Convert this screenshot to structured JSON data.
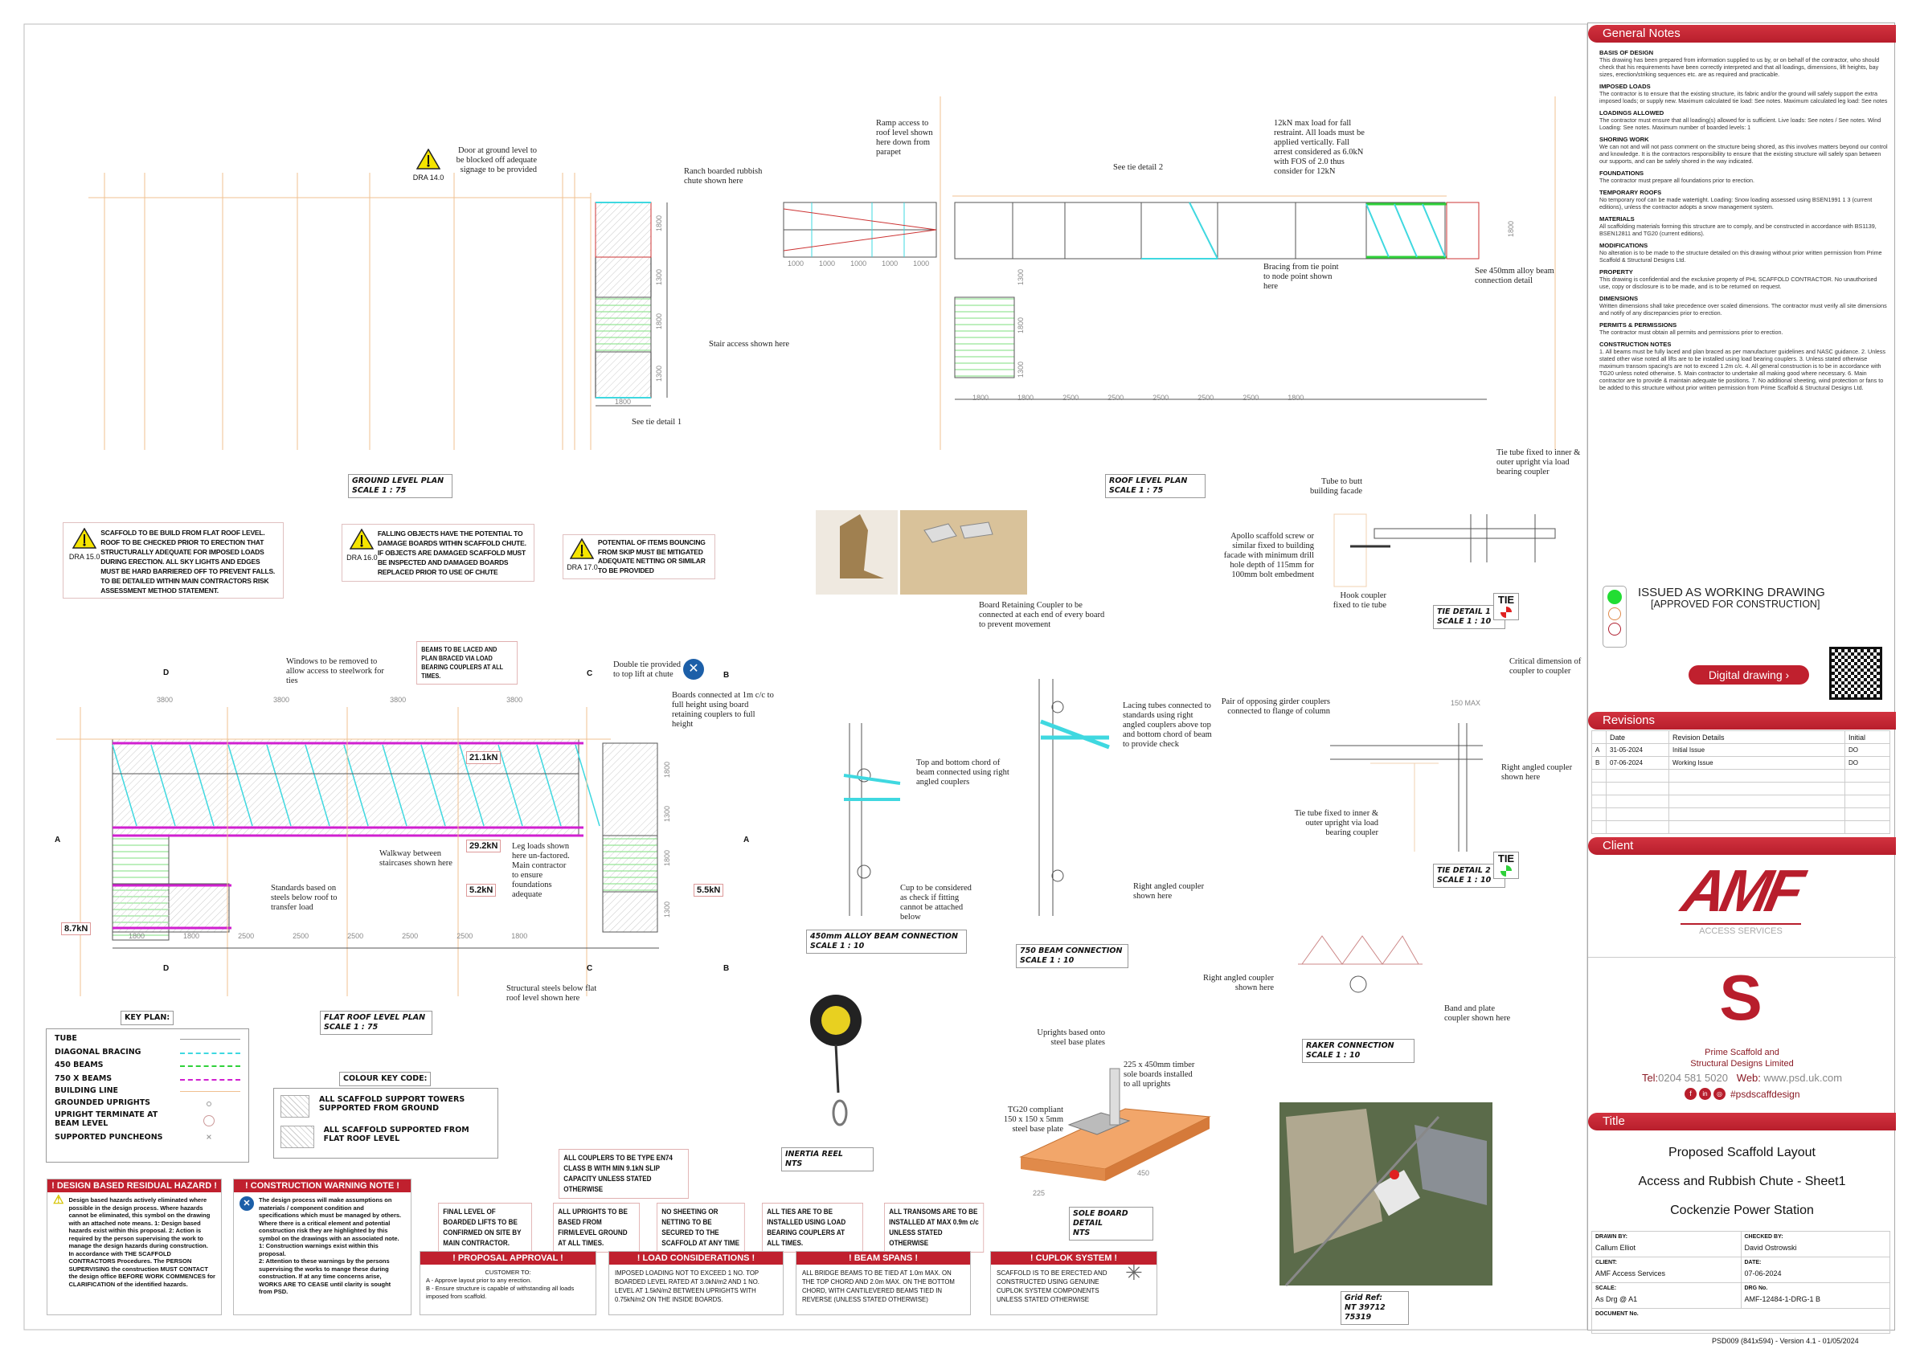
{
  "ground_plan": {
    "label": "GROUND LEVEL PLAN",
    "scale": "SCALE  1 : 75",
    "notes": {
      "door": "Door at ground level to be blocked off adequate signage to be provided",
      "chute": "Ranch boarded rubbish chute shown here",
      "stair": "Stair access shown here",
      "tie": "See tie detail 1"
    },
    "dra": "DRA 14.0",
    "dims_v": [
      "1800",
      "1300",
      "1800",
      "1300"
    ],
    "dim_h": "1800",
    "ramp_dims": [
      "1000",
      "1000",
      "1000",
      "1000",
      "1000"
    ]
  },
  "roof_plan": {
    "label": "ROOF LEVEL PLAN",
    "scale": "SCALE  1 : 75",
    "notes": {
      "ramp": "Ramp access to roof level shown here down from parapet",
      "tie2": "See tie detail 2",
      "load": "12kN max load for fall restraint. All loads must be applied vertically. Fall arrest considered as 6.0kN with FOS of 2.0 thus consider for 12kN",
      "bracing": "Bracing from tie point to node point shown here",
      "beam": "See 450mm alloy beam connection detail"
    },
    "dims_h": [
      "1800",
      "1800",
      "2500",
      "2500",
      "2500",
      "2500",
      "2500",
      "1800"
    ],
    "dims_v": [
      "1300",
      "1800",
      "1300"
    ],
    "dim_right": "1800"
  },
  "dra_notes": [
    {
      "code": "DRA 15.0",
      "text": "SCAFFOLD TO BE BUILD FROM FLAT ROOF LEVEL. ROOF TO BE CHECKED PRIOR TO ERECTION THAT STRUCTURALLY ADEQUATE FOR IMPOSED LOADS DURING ERECTION. ALL SKY LIGHTS AND EDGES MUST BE HARD BARRIERED OFF TO PREVENT FALLS. TO BE DETAILED WITHIN MAIN CONTRACTORS RISK ASSESSMENT METHOD STATEMENT."
    },
    {
      "code": "DRA 16.0",
      "text": "FALLING OBJECTS HAVE THE POTENTIAL TO DAMAGE BOARDS WITHIN SCAFFOLD CHUTE. IF OBJECTS ARE DAMAGED SCAFFOLD MUST BE INSPECTED AND DAMAGED BOARDS REPLACED PRIOR TO USE OF CHUTE"
    },
    {
      "code": "DRA 17.0",
      "text": "POTENTIAL OF ITEMS BOUNCING FROM SKIP MUST BE MITIGATED ADEQUATE NETTING OR SIMILAR TO BE PROVIDED"
    }
  ],
  "board_coupler_note": "Board Retaining Coupler to be connected at each end of every board to prevent movement",
  "tie_detail_1": {
    "label": "TIE DETAIL 1",
    "scale": "SCALE 1 : 10",
    "tag": "TIE",
    "notes": [
      "Tie tube fixed to inner & outer upright via load bearing coupler",
      "Tube to butt building facade",
      "Apollo scaffold screw or similar fixed to building facade with minimum drill hole depth of 115mm for 100mm bolt embedment",
      "Hook coupler fixed to tie tube"
    ]
  },
  "flat_roof": {
    "label": "FLAT ROOF LEVEL PLAN",
    "scale": "SCALE  1 : 75",
    "beams_note": "BEAMS TO BE LACED AND PLAN BRACED VIA LOAD BEARING COUPLERS AT ALL TIMES.",
    "notes": {
      "windows": "Windows to be removed to allow access to steelwork for ties",
      "double_tie": "Double tie provided to top lift at chute",
      "boards": "Boards connected at 1m c/c to full height using board retaining couplers to full height",
      "walkway": "Walkway between staircases shown here",
      "standards": "Standards based on steels below roof to transfer load",
      "leg": "Leg loads shown here un-factored. Main contractor to ensure foundations adequate",
      "steels": "Structural steels below flat roof level shown here"
    },
    "loads": [
      "21.1kN",
      "29.2kN",
      "5.2kN",
      "5.5kN",
      "8.7kN"
    ],
    "sections": [
      "A",
      "A",
      "B",
      "B",
      "C",
      "C",
      "D",
      "D"
    ],
    "dims_top": [
      "3800",
      "3800",
      "3800",
      "3800"
    ],
    "dims_bottom": [
      "1800",
      "1800",
      "2500",
      "2500",
      "2500",
      "2500",
      "2500",
      "1800"
    ],
    "dims_v": [
      "1800",
      "1300",
      "1800",
      "1300"
    ]
  },
  "key_plan": {
    "title": "KEY PLAN:",
    "items": [
      "TUBE",
      "DIAGONAL BRACING",
      "450 BEAMS",
      "750 X BEAMS",
      "BUILDING LINE",
      "GROUNDED UPRIGHTS",
      "UPRIGHT TERMINATE AT BEAM LEVEL",
      "SUPPORTED PUNCHEONS"
    ]
  },
  "colour_key": {
    "title": "COLOUR KEY CODE:",
    "items": [
      "ALL SCAFFOLD SUPPORT TOWERS SUPPORTED FROM GROUND",
      "ALL SCAFFOLD SUPPORTED FROM FLAT ROOF LEVEL"
    ]
  },
  "alloy_beam": {
    "label": "450mm ALLOY BEAM CONNECTION",
    "scale": "SCALE 1 : 10",
    "notes": [
      "Top and bottom chord of beam connected using right angled couplers",
      "Cup to be considered as check if fitting cannot be attached below"
    ]
  },
  "beam750": {
    "label": "750 BEAM CONNECTION",
    "scale": "SCALE 1 : 10",
    "notes": [
      "Lacing tubes connected to standards using right angled couplers above top and bottom chord of beam to provide check",
      "Right angled coupler shown here"
    ]
  },
  "tie_detail_2": {
    "label": "TIE DETAIL 2",
    "scale": "SCALE 1 : 10",
    "tag": "TIE",
    "dim": "150 MAX",
    "notes": [
      "Critical dimension of coupler to coupler",
      "Pair of opposing girder couplers connected to flange of column",
      "Right angled coupler shown here",
      "Tie tube fixed to inner & outer upright via load bearing coupler"
    ]
  },
  "raker": {
    "label": "RAKER CONNECTION",
    "scale": "SCALE 1 : 10",
    "notes": [
      "Right angled coupler shown here",
      "Band and plate coupler shown here"
    ]
  },
  "inertia": {
    "label": "INERTIA REEL",
    "scale": "NTS"
  },
  "sole_board": {
    "label": "SOLE BOARD DETAIL",
    "scale": "NTS",
    "dims": [
      "225",
      "450"
    ],
    "notes": [
      "Uprights based onto steel base plates",
      "225 x 450mm timber sole boards installed to all uprights",
      "TG20 compliant 150 x 150 x 5mm steel base plate"
    ]
  },
  "grid_ref": {
    "label": "Grid Ref:",
    "value": "NT 39712 75319"
  },
  "couplers_note": "ALL COUPLERS TO BE TYPE EN74 CLASS B WITH MIN 9.1kN SLIP CAPACITY UNLESS STATED OTHERWISE",
  "small_notes": [
    "FINAL LEVEL OF BOARDED LIFTS TO BE CONFIRMED ON SITE BY MAIN CONTRACTOR.",
    "ALL UPRIGHTS TO BE BASED FROM FIRM/LEVEL GROUND AT ALL TIMES.",
    "NO SHEETING OR NETTING TO BE SECURED TO THE SCAFFOLD AT ANY TIME",
    "ALL TIES ARE TO BE INSTALLED USING LOAD BEARING COUPLERS AT ALL TIMES.",
    "ALL TRANSOMS ARE TO BE INSTALLED AT MAX 0.9m c/c UNLESS STATED OTHERWISE"
  ],
  "warnings": [
    {
      "title": "! DESIGN BASED RESIDUAL HAZARD !",
      "text": "Design based hazards actively eliminated where possible in the design process. Where hazards cannot be eliminated, this symbol on the drawing with an attached note means. 1: Design based hazards exist within this proposal. 2: Action is required by the person supervising the work to manage the design hazards during construction.",
      "text2": "In accordance with THE SCAFFOLD CONTRACTORS Procedures. The PERSON SUPERVISING the construction MUST CONTACT the design office BEFORE WORK COMMENCES for CLARIFICATION of the identified hazards."
    },
    {
      "title": "! CONSTRUCTION WARNING NOTE !",
      "text": "The design process will make assumptions on materials / component condition and specifications which must be managed by others. Where there is a critical element and potential construction risk they are highlighted by this symbol on the drawings with an associated note. 1: Construction warnings exist within this proposal.",
      "text2": "2: Attention to these warnings by the persons supervising the works to mange these during construction. If at any time concerns arise, WORKS ARE TO CEASE until clarity is sought from PSD."
    },
    {
      "title": "! PROPOSAL APPROVAL !",
      "text": "CUSTOMER TO:",
      "text2": "A -  Approve layout prior to any erection.",
      "text3": "B -  Ensure structure is capable of withstanding all loads imposed from scaffold."
    },
    {
      "title": "! LOAD CONSIDERATIONS !",
      "text": "IMPOSED LOADING NOT TO EXCEED 1 NO. TOP BOARDED LEVEL RATED AT 3.0kN/m2 AND 1 NO. LEVEL AT 1.5kN/m2 BETWEEN UPRIGHTS WITH 0.75kN/m2 ON THE INSIDE BOARDS."
    },
    {
      "title": "! BEAM SPANS !",
      "text": "ALL BRIDGE BEAMS TO BE TIED AT 1.0m MAX. ON THE TOP CHORD AND  2.0m MAX. ON THE BOTTOM CHORD, WITH CANTILEVERED BEAMS TIED IN REVERSE (UNLESS STATED OTHERWISE)"
    },
    {
      "title": "! CUPLOK SYSTEM !",
      "text": "SCAFFOLD IS TO BE ERECTED AND CONSTRUCTED USING GENUINE CUPLOK SYSTEM COMPONENTS UNLESS STATED OTHERWISE"
    }
  ],
  "panel": {
    "general_notes_title": "General Notes",
    "notes": [
      {
        "h": "BASIS OF DESIGN",
        "t": "This drawing has been prepared from information supplied to us by, or on behalf of the contractor, who should check that his requirements have been correctly interpreted and that all loadings, dimensions, lift heights, bay sizes, erection/striking sequences etc. are as required and practicable."
      },
      {
        "h": "IMPOSED LOADS",
        "t": "The contractor is to ensure that the existing structure, its fabric and/or the ground will safely support the extra imposed loads; or supply new. Maximum calculated tie load: See notes. Maximum calculated leg load: See notes"
      },
      {
        "h": "LOADINGS ALLOWED",
        "t": "The contractor must ensure that all loading(s) allowed for is sufficient. Live loads: See notes / See notes. Wind Loading: See notes. Maximum number of boarded levels: 1"
      },
      {
        "h": "SHORING WORK",
        "t": "We can not and will not pass comment on the structure being shored, as this involves matters beyond our control and knowledge. It is the contractors responsibility to ensure that the existing structure will safely span between our supports, and can be safely shored in the way indicated."
      },
      {
        "h": "FOUNDATIONS",
        "t": "The contractor must prepare all foundations prior to erection."
      },
      {
        "h": "TEMPORARY ROOFS",
        "t": "No temporary roof can be made watertight. Loading: Snow loading assessed using BSEN1991 1 3 (current editions), unless the contractor adopts a snow management system."
      },
      {
        "h": "MATERIALS",
        "t": "All scaffolding materials forming this structure are to comply, and be constructed in accordance with BS1139, BSEN12811 and TG20 (current editions)."
      },
      {
        "h": "MODIFICATIONS",
        "t": "No alteration is to be made to the structure detailed on this drawing without prior written permission from Prime Scaffold & Structural Designs Ltd."
      },
      {
        "h": "PROPERTY",
        "t": "This drawing is confidential and the exclusive property of PHL SCAFFOLD CONTRACTOR. No unauthorised use, copy or disclosure is to be made, and is to be returned on request."
      },
      {
        "h": "DIMENSIONS",
        "t": "Written dimensions shall take precedence over scaled dimensions. The contractor must verify all site dimensions and notify of any discrepancies prior to erection."
      },
      {
        "h": "PERMITS & PERMISSIONS",
        "t": "The contractor must obtain all permits and permissions prior to erection."
      },
      {
        "h": "CONSTRUCTION NOTES",
        "t": "1. All beams must be fully laced and plan braced as per manufacturer guidelines and NASC guidance. 2. Unless stated other wise noted all lifts are to be installed using load bearing couplers. 3. Unless stated otherwise maximum transom spacing's are not to exceed 1.2m c/c. 4. All general construction is to be in accordance with TG20 unless noted otherwise. 5. Main contractor to undertake all making good where necessary. 6. Main contractor are to provide & maintain adequate tie positions. 7. No additional sheeting, wind protection or fans to be added to this structure without prior written permission from Prime Scaffold & Structural Designs Ltd."
      }
    ],
    "status_line1": "ISSUED AS WORKING DRAWING",
    "status_line2": "[APPROVED FOR CONSTRUCTION]",
    "digital_button": "Digital drawing ›",
    "revisions_title": "Revisions",
    "rev_headers": [
      "",
      "Date",
      "Revision Details",
      "Initial"
    ],
    "revisions": [
      [
        "A",
        "31-05-2024",
        "Initial Issue",
        "DO"
      ],
      [
        "B",
        "07-06-2024",
        "Working Issue",
        "DO"
      ]
    ],
    "client_title": "Client",
    "client_logo": "AMF",
    "client_logo_sub": "ACCESS SERVICES",
    "psd_name1": "Prime Scaffold and",
    "psd_name2": "Structural Designs Limited",
    "tel_label": "Tel:",
    "tel": "0204 581 5020",
    "web_label": "Web:",
    "web": "www.psd.uk.com",
    "hashtag": "#psdscaffdesign",
    "title_title": "Title",
    "title_lines": [
      "Proposed Scaffold Layout",
      "Access and Rubbish Chute  - Sheet1",
      "Cockenzie Power Station"
    ],
    "fields": [
      {
        "k": "DRAWN BY:",
        "v": "Callum Elliot"
      },
      {
        "k": "CHECKED BY:",
        "v": "David Ostrowski"
      },
      {
        "k": "CLIENT:",
        "v": "AMF Access Services"
      },
      {
        "k": "DATE:",
        "v": "07-06-2024"
      },
      {
        "k": "SCALE:",
        "v": "As Drg @ A1"
      },
      {
        "k": "DRG No.",
        "v": "AMF-12484-1-DRG-1 B"
      },
      {
        "k": "DOCUMENT No.",
        "v": ""
      }
    ],
    "footer": "PSD009 (841x594)  -  Version 4.1  -  01/05/2024"
  },
  "colors": {
    "brand_red": "#c0202e",
    "bracing": "#3fd8e0",
    "beam450": "#2fd13a",
    "beam750": "#d020d0",
    "building": "#f0b070"
  }
}
